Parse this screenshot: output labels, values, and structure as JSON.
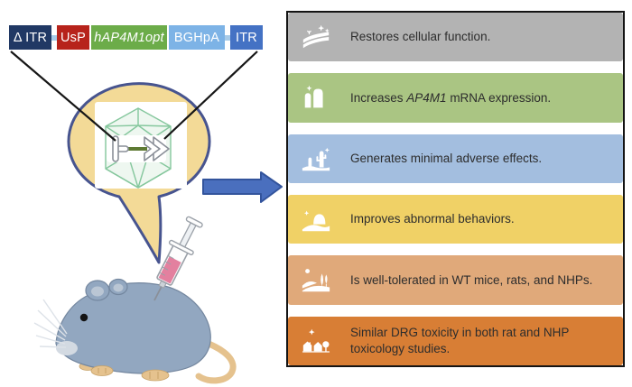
{
  "construct": {
    "connector_color": "#a8cbe8",
    "boxes": [
      {
        "label": "Δ ITR",
        "color": "#203864",
        "width": 47,
        "italic": false
      },
      {
        "label": "UsP",
        "color": "#b7231b",
        "width": 36,
        "italic": false
      },
      {
        "label": "hAP4M1opt",
        "color": "#6cac49",
        "width": 84,
        "italic": true
      },
      {
        "label": "BGHpA",
        "color": "#7db3e6",
        "width": 62,
        "italic": false
      },
      {
        "label": "ITR",
        "color": "#4472c4",
        "width": 36,
        "italic": false
      }
    ]
  },
  "illustration": {
    "bubble_fill": "#f3da97",
    "bubble_stroke": "#47548f",
    "capsid_stroke": "#85c79d",
    "arrow_fill": "#4a6fbe",
    "arrow_stroke": "#33549c"
  },
  "panel": {
    "rows": [
      {
        "icon": "field-sparkles-icon",
        "bg": "#b3b3b3",
        "parts": [
          {
            "t": "Restores cellular function."
          }
        ]
      },
      {
        "icon": "buttes-star-icon",
        "bg": "#aac583",
        "parts": [
          {
            "t": "Increases "
          },
          {
            "t": "AP4M1",
            "italic": true
          },
          {
            "t": " mRNA expression."
          }
        ]
      },
      {
        "icon": "cacti-star-icon",
        "bg": "#a3bedf",
        "parts": [
          {
            "t": "Generates minimal adverse effects."
          }
        ]
      },
      {
        "icon": "dune-dome-icon",
        "bg": "#f0d166",
        "parts": [
          {
            "t": "Improves abnormal behaviors."
          }
        ]
      },
      {
        "icon": "hills-trees-sun-icon",
        "bg": "#e0a97a",
        "parts": [
          {
            "t": "Is well-tolerated in WT mice, rats, and NHPs."
          }
        ]
      },
      {
        "icon": "village-sun-icon",
        "bg": "#d87e35",
        "parts": [
          {
            "t": "Similar DRG toxicity in both rat and NHP toxicology studies."
          }
        ]
      }
    ]
  }
}
